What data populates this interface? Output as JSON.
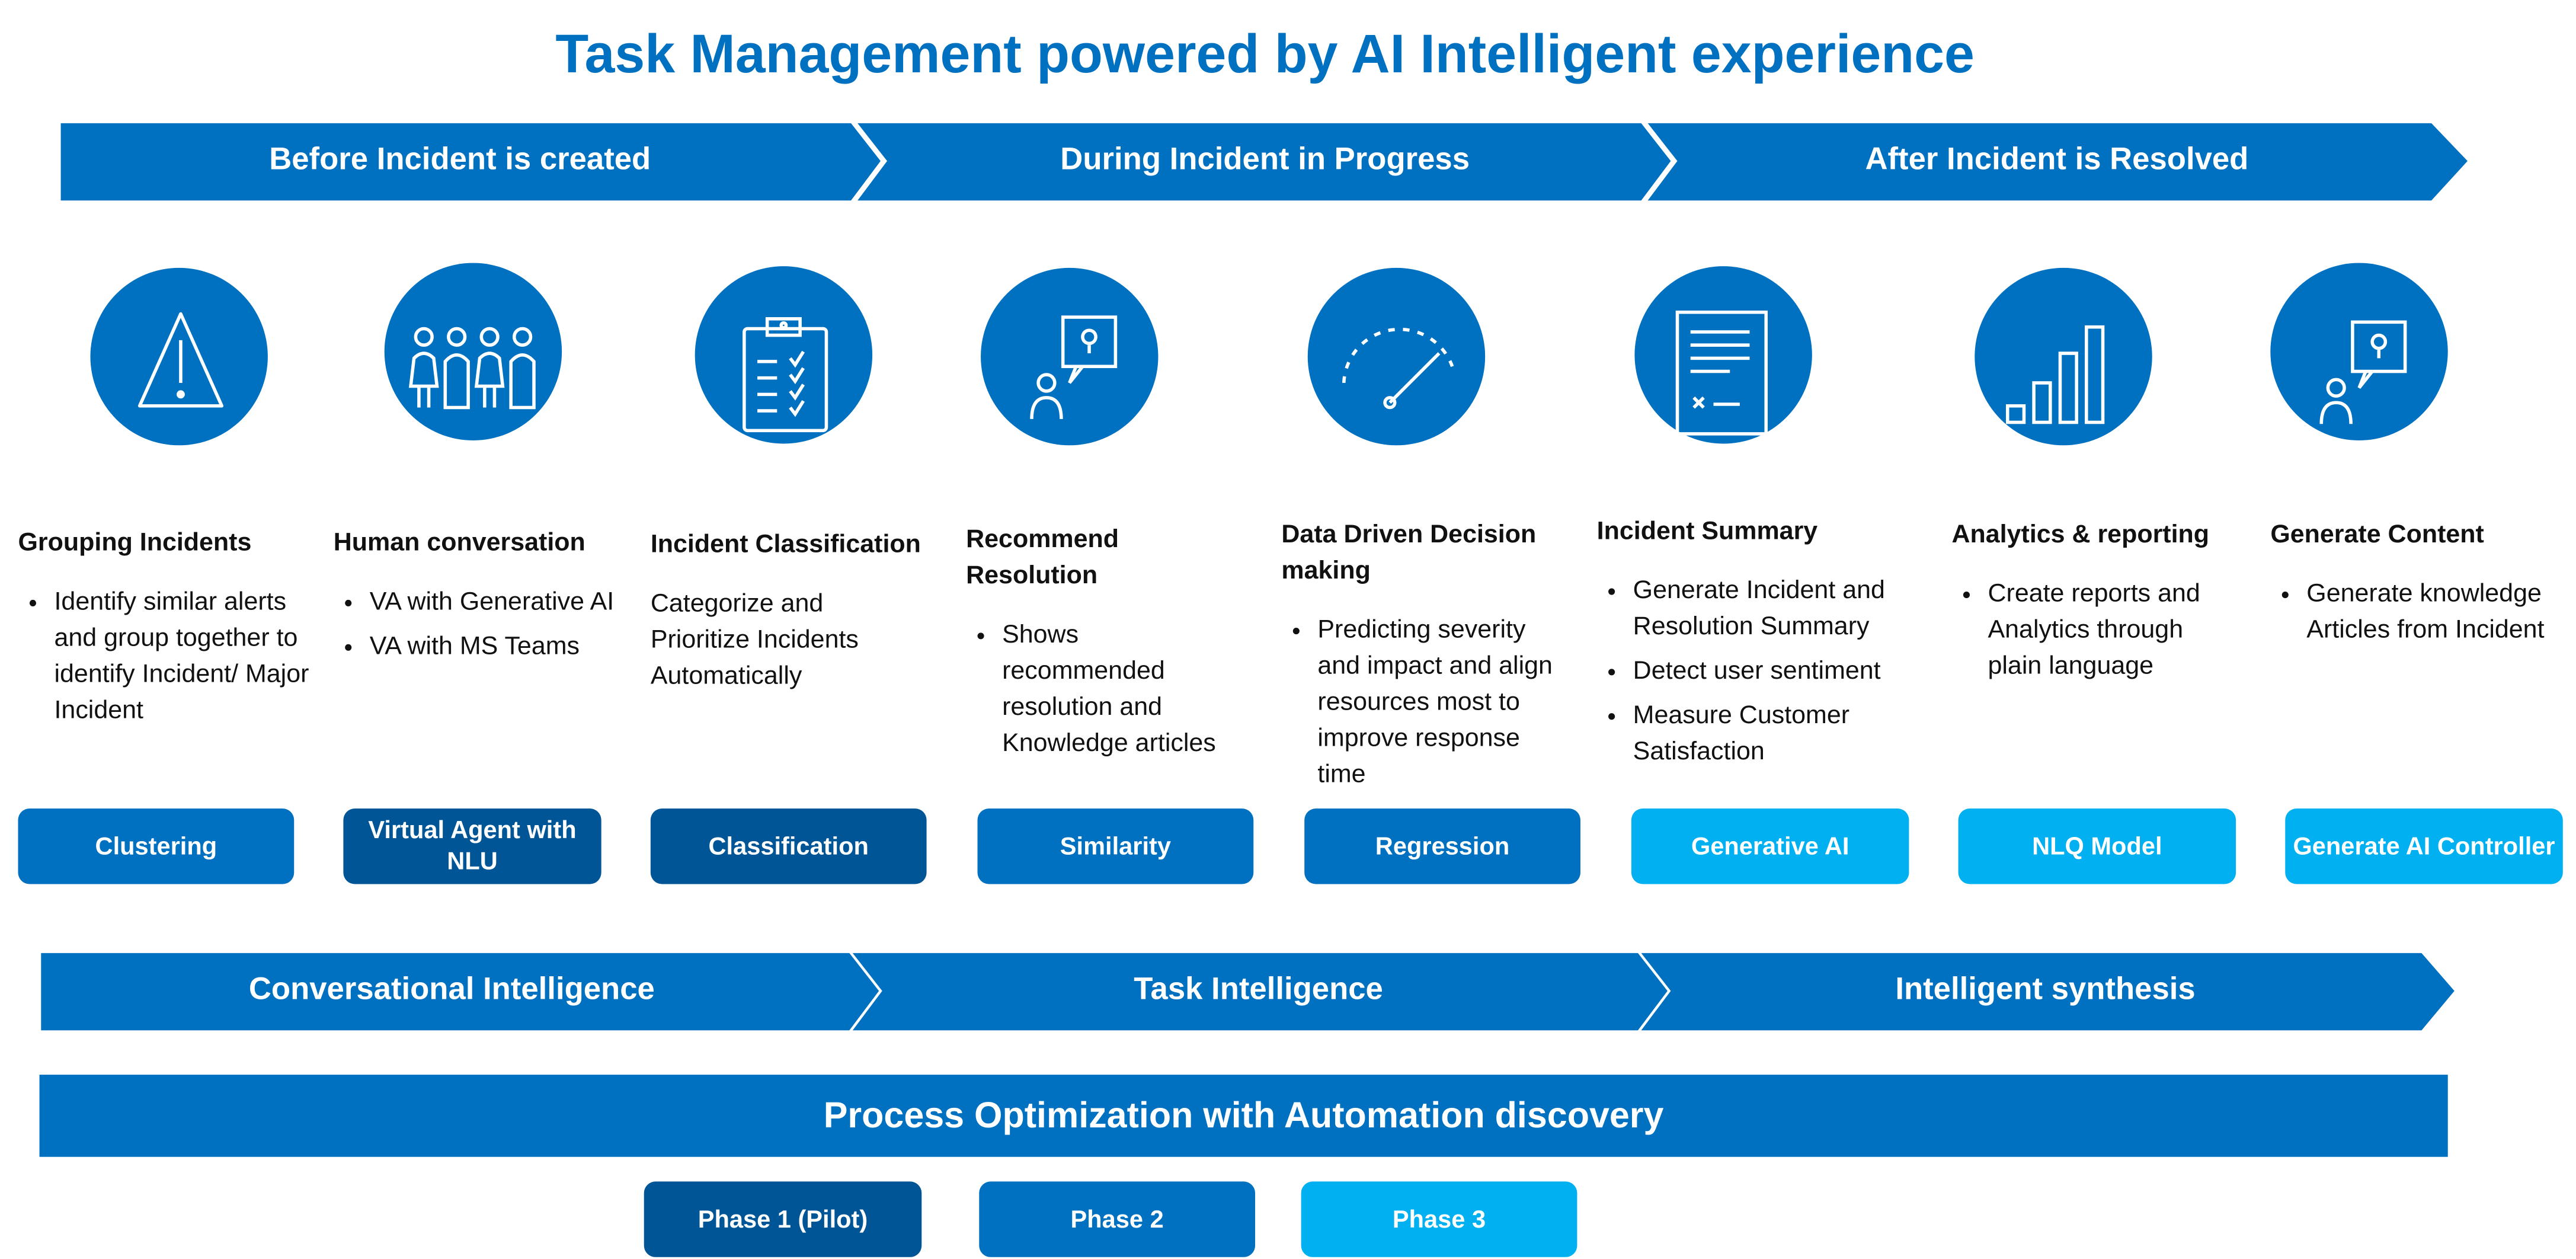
{
  "title": "Task Management powered by AI Intelligent experience",
  "stages": [
    "Before Incident is created",
    "During Incident in Progress",
    "After Incident is Resolved"
  ],
  "columns": [
    {
      "icon": "warning-icon",
      "heading": "Grouping Incidents",
      "bullets": [
        "Identify similar alerts and group together to identify Incident/ Major Incident"
      ],
      "button": "Clustering",
      "button_tone": "mid"
    },
    {
      "icon": "people-icon",
      "heading": "Human conversation",
      "bullets": [
        "VA with Generative AI",
        "VA with MS Teams"
      ],
      "button": "Virtual Agent with NLU",
      "button_tone": "dark"
    },
    {
      "icon": "clipboard-checklist-icon",
      "heading": "Incident Classification",
      "text": "Categorize and Prioritize Incidents Automatically",
      "button": "Classification",
      "button_tone": "dark"
    },
    {
      "icon": "person-idea-icon",
      "heading": "Recommend Resolution",
      "bullets": [
        "Shows recommended resolution and Knowledge articles"
      ],
      "button": "Similarity",
      "button_tone": "mid"
    },
    {
      "icon": "speedometer-icon",
      "heading": "Data Driven Decision making",
      "bullets": [
        "Predicting severity and impact  and align resources most to improve response time"
      ],
      "button": "Regression",
      "button_tone": "mid"
    },
    {
      "icon": "document-signature-icon",
      "heading": "Incident Summary",
      "bullets": [
        "Generate Incident and Resolution Summary",
        "Detect user sentiment",
        "Measure Customer Satisfaction"
      ],
      "button": "Generative AI",
      "button_tone": "light"
    },
    {
      "icon": "bar-chart-icon",
      "heading": "Analytics & reporting",
      "bullets": [
        "Create reports and Analytics through plain language"
      ],
      "button": "NLQ Model",
      "button_tone": "light"
    },
    {
      "icon": "person-idea-icon",
      "heading": "Generate Content",
      "bullets": [
        "Generate knowledge Articles from Incident"
      ],
      "button": "Generate AI Controller",
      "button_tone": "light"
    }
  ],
  "intelligence": [
    "Conversational Intelligence",
    "Task Intelligence",
    "Intelligent synthesis"
  ],
  "process_bar": "Process Optimization with Automation discovery",
  "phases": [
    {
      "label": "Phase 1 (Pilot)",
      "tone": "dark"
    },
    {
      "label": "Phase 2",
      "tone": "mid"
    },
    {
      "label": "Phase 3",
      "tone": "light"
    }
  ],
  "colors": {
    "mid": "#0070C0",
    "dark": "#005596",
    "light": "#00B0F0"
  }
}
